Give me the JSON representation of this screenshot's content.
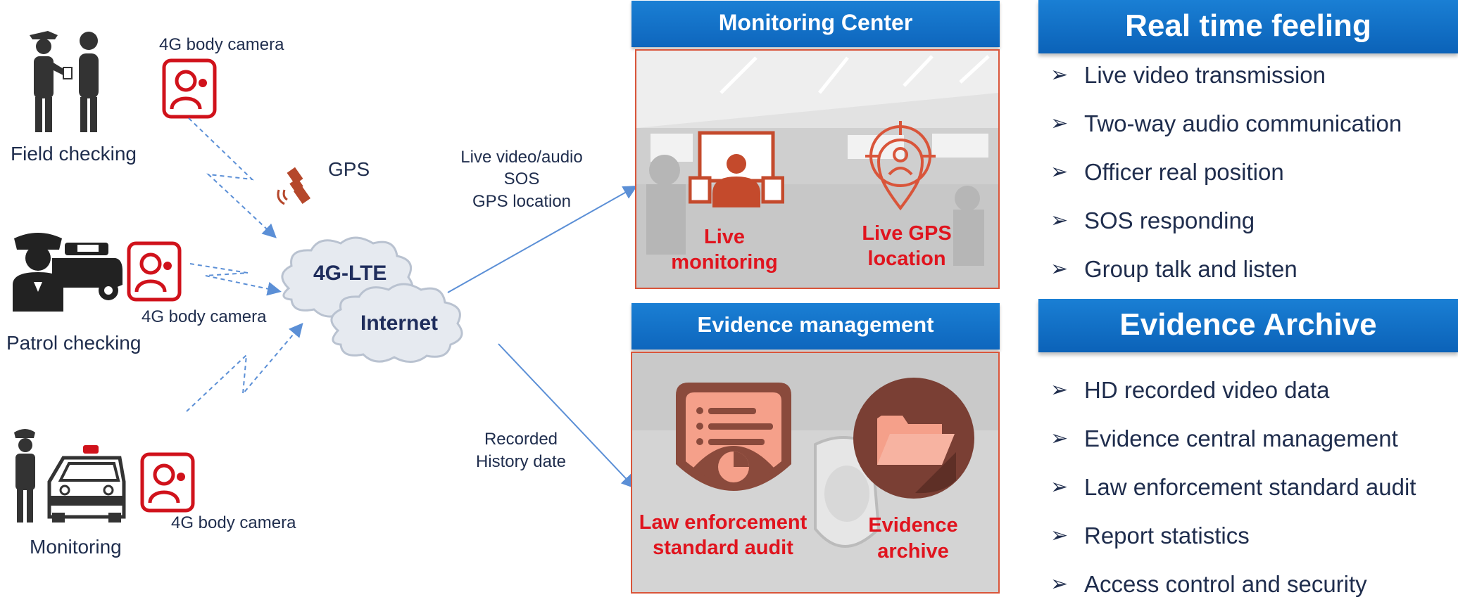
{
  "left": {
    "field": {
      "label": "Field checking",
      "camera": "4G body camera"
    },
    "patrol": {
      "label": "Patrol checking",
      "camera": "4G body camera"
    },
    "monitoring": {
      "label": "Monitoring",
      "camera": "4G body camera"
    },
    "gps": "GPS",
    "cloud": {
      "lte": "4G-LTE",
      "internet": "Internet"
    },
    "uplink": {
      "line1": "Live video/audio",
      "line2": "SOS",
      "line3": "GPS location"
    },
    "recorded": {
      "line1": "Recorded",
      "line2": "History date"
    }
  },
  "monitoring_center": {
    "title": "Monitoring Center",
    "live_monitoring": {
      "line1": "Live",
      "line2": "monitoring"
    },
    "live_gps": {
      "line1": "Live GPS",
      "line2": "location"
    }
  },
  "evidence_management": {
    "title": "Evidence management",
    "audit": {
      "line1": "Law enforcement",
      "line2": "standard audit"
    },
    "archive": {
      "line1": "Evidence",
      "line2": "archive"
    }
  },
  "real_time": {
    "title": "Real time feeling",
    "items": [
      "Live video transmission",
      "Two-way audio communication",
      "Officer real position",
      "SOS responding",
      "Group talk and listen"
    ]
  },
  "evidence_archive": {
    "title": "Evidence Archive",
    "items": [
      "HD recorded video data",
      "Evidence central management",
      "Law enforcement standard audit",
      "Report statistics",
      "Access control and security"
    ]
  },
  "colors": {
    "accent_blue": "#0e6fc8",
    "alert_red": "#e0141e",
    "text_navy": "#1f2d4d"
  }
}
